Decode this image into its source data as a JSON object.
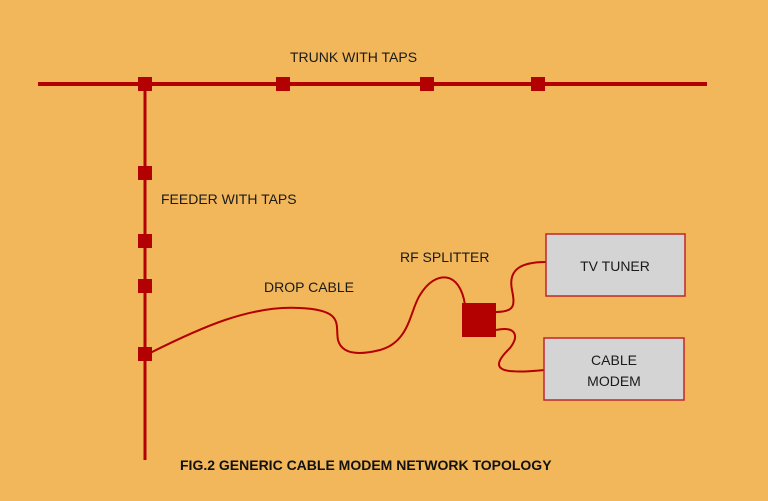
{
  "labels": {
    "trunk": "TRUNK WITH TAPS",
    "feeder": "FEEDER WITH TAPS",
    "drop": "DROP CABLE",
    "splitter": "RF SPLITTER",
    "tv_tuner": "TV TUNER",
    "modem_line1": "CABLE",
    "modem_line2": "MODEM",
    "caption": "FIG.2 GENERIC CABLE MODEM NETWORK TOPOLOGY"
  },
  "colors": {
    "background": "#f1b75a",
    "cable": "#b30000",
    "box_fill": "#d4d4d4",
    "box_border": "#c0272d"
  }
}
